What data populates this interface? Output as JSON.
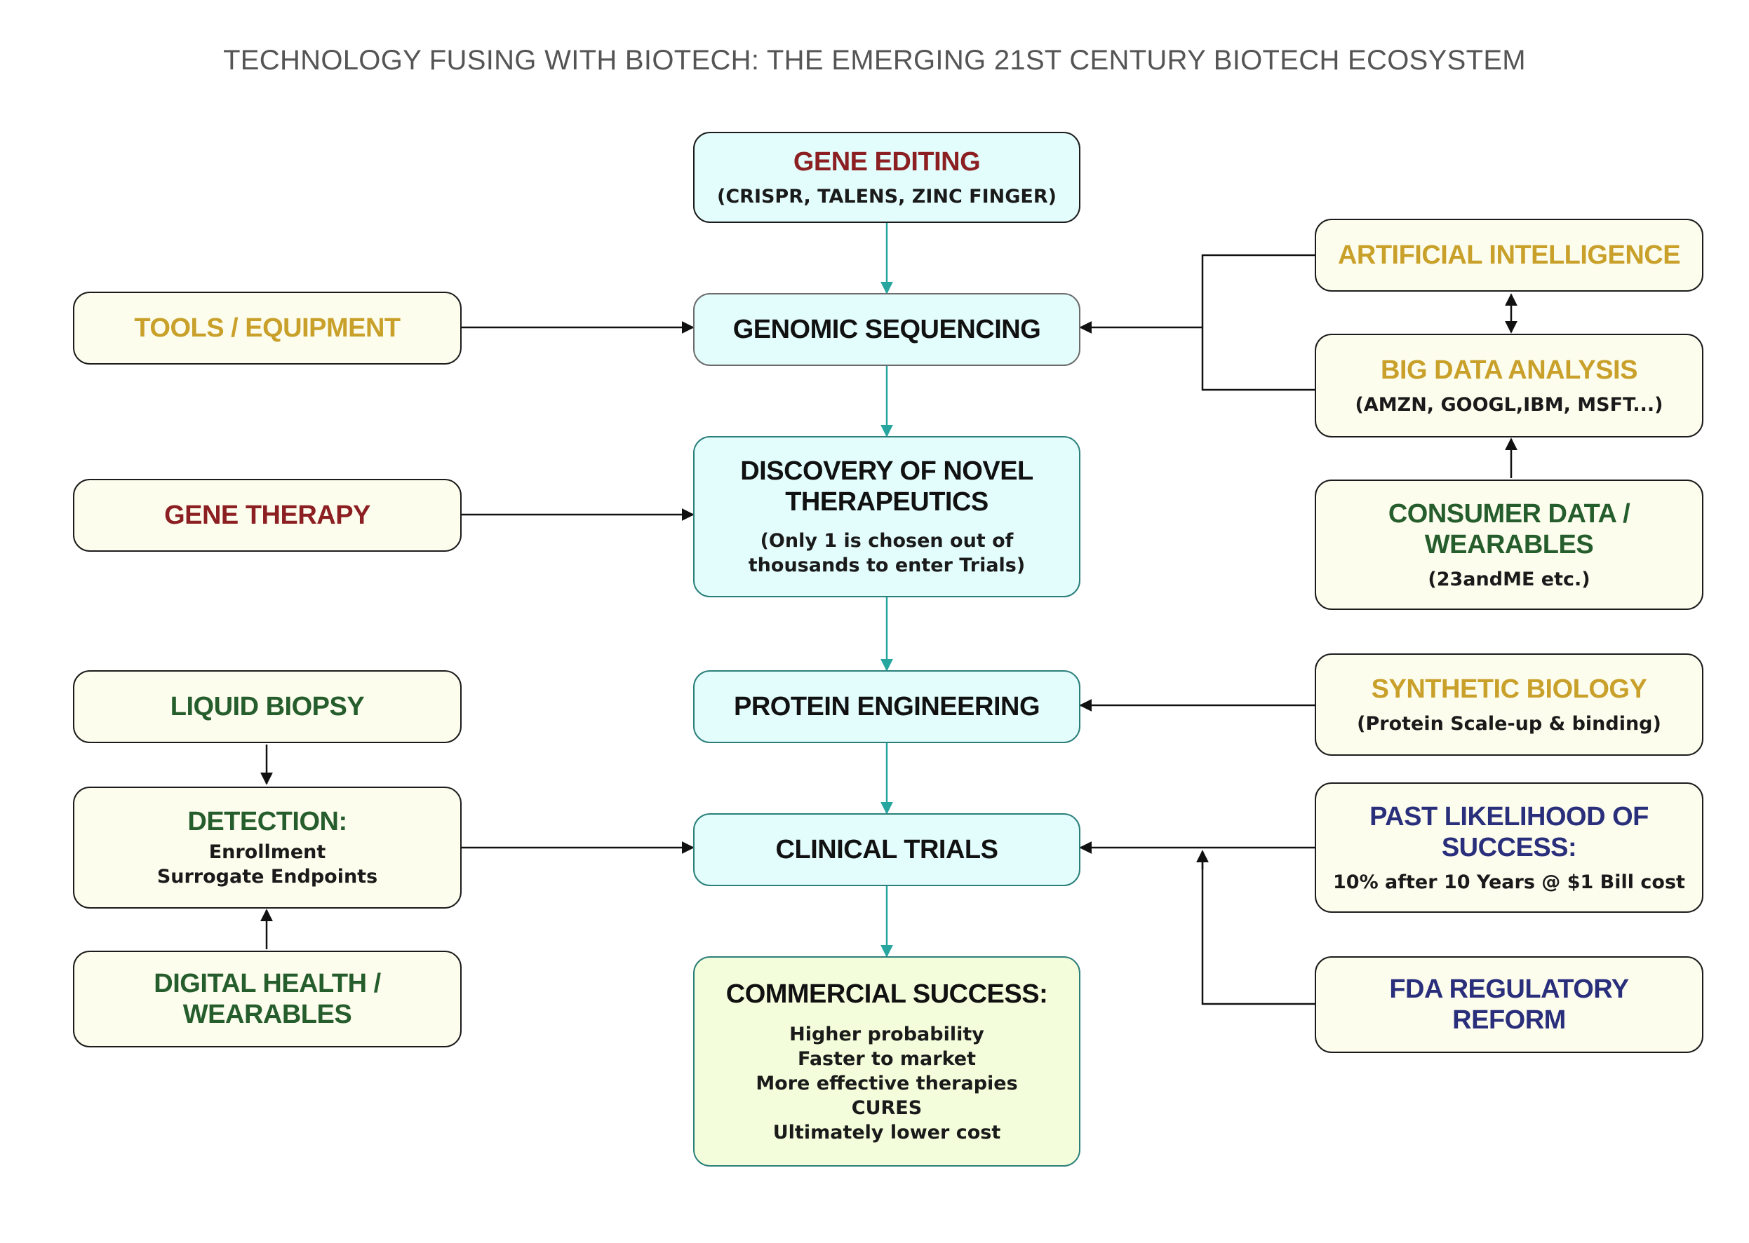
{
  "title": "TECHNOLOGY FUSING WITH BIOTECH: THE EMERGING 21ST CENTURY BIOTECH ECOSYSTEM",
  "colors": {
    "heading_red": "#8c1f22",
    "heading_gold": "#c8a02a",
    "heading_green": "#255d2c",
    "heading_navy": "#2a2f7c",
    "center_fill": "#e3fdfd",
    "side_fill": "#fdfdee",
    "outcome_fill": "#f4fddb",
    "connector_teal": "#26a69f"
  },
  "center": {
    "gene_editing": {
      "heading": "GENE EDITING",
      "detail": "(CRISPR, TALENS, ZINC FINGER)"
    },
    "genomic_sequencing": {
      "heading": "GENOMIC SEQUENCING"
    },
    "discovery": {
      "heading": "DISCOVERY OF NOVEL THERAPEUTICS",
      "detail": "(Only 1 is chosen out of thousands to enter Trials)"
    },
    "protein_engineering": {
      "heading": "PROTEIN ENGINEERING"
    },
    "clinical_trials": {
      "heading": "CLINICAL TRIALS"
    },
    "commercial_success": {
      "heading": "COMMERCIAL SUCCESS:",
      "detail": "Higher probability\nFaster to market\nMore effective therapies\nCURES\nUltimately lower cost"
    }
  },
  "left": {
    "tools": {
      "heading": "TOOLS / EQUIPMENT"
    },
    "gene_therapy": {
      "heading": "GENE THERAPY"
    },
    "liquid_biopsy": {
      "heading": "LIQUID BIOPSY"
    },
    "detection": {
      "heading": "DETECTION:",
      "detail": "Enrollment\nSurrogate Endpoints"
    },
    "digital_health": {
      "heading": "DIGITAL HEALTH / WEARABLES"
    }
  },
  "right": {
    "ai": {
      "heading": "ARTIFICIAL INTELLIGENCE"
    },
    "big_data": {
      "heading": "BIG DATA ANALYSIS",
      "detail": "(AMZN, GOOGL,IBM, MSFT...)"
    },
    "consumer_data": {
      "heading": "CONSUMER DATA / WEARABLES",
      "detail": "(23andME etc.)"
    },
    "synthetic_biology": {
      "heading": "SYNTHETIC BIOLOGY",
      "detail": "(Protein Scale-up & binding)"
    },
    "past_likelihood": {
      "heading": "PAST LIKELIHOOD OF SUCCESS:",
      "detail": "10% after 10 Years @ $1 Bill cost"
    },
    "fda": {
      "heading": "FDA REGULATORY REFORM"
    }
  }
}
